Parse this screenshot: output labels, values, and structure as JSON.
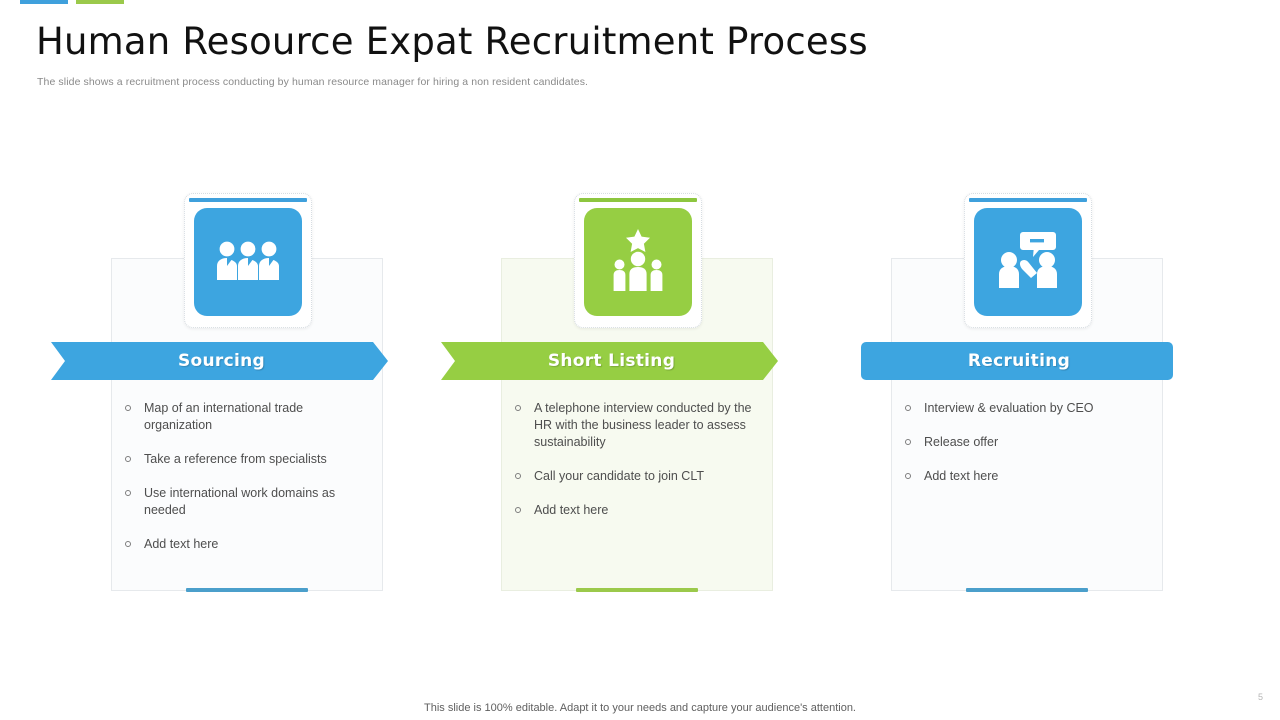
{
  "accents": {
    "bars": [
      {
        "name": "blue-bar",
        "color": "#3FA0DC"
      },
      {
        "name": "green-bar",
        "color": "#9BC94B"
      }
    ]
  },
  "header": {
    "title": "Human Resource Expat Recruitment Process",
    "subtitle": "The slide shows a recruitment process conducting by human resource manager for hiring a non resident candidates."
  },
  "colors": {
    "blue": "#3DA5E0",
    "green": "#96CE43",
    "blue_underline": "#4B9FCB",
    "green_underline": "#9BC94B",
    "text": "#4e4e4e"
  },
  "columns": [
    {
      "id": "sourcing",
      "banner_label": "Sourcing",
      "banner_shape": "arrow",
      "accent": "blue",
      "icon": "three-people-icon",
      "card_tint": "white",
      "bullets": [
        "Map of an international trade organization",
        "Take a reference from specialists",
        "Use international work domains as needed",
        "Add text here"
      ]
    },
    {
      "id": "short-listing",
      "banner_label": "Short Listing",
      "banner_shape": "arrow",
      "accent": "green",
      "icon": "star-people-icon",
      "card_tint": "green",
      "bullets": [
        "A telephone interview conducted by the HR with the business leader to assess sustainability",
        "Call your candidate to join CLT",
        "Add text here"
      ]
    },
    {
      "id": "recruiting",
      "banner_label": "Recruiting",
      "banner_shape": "rounded",
      "accent": "blue",
      "icon": "interview-people-icon",
      "card_tint": "white",
      "bullets": [
        "Interview & evaluation by CEO",
        "Release offer",
        "Add text here"
      ]
    }
  ],
  "footer": {
    "note": "This slide is 100% editable. Adapt it to your needs and capture your audience's attention.",
    "page_number": "5"
  }
}
